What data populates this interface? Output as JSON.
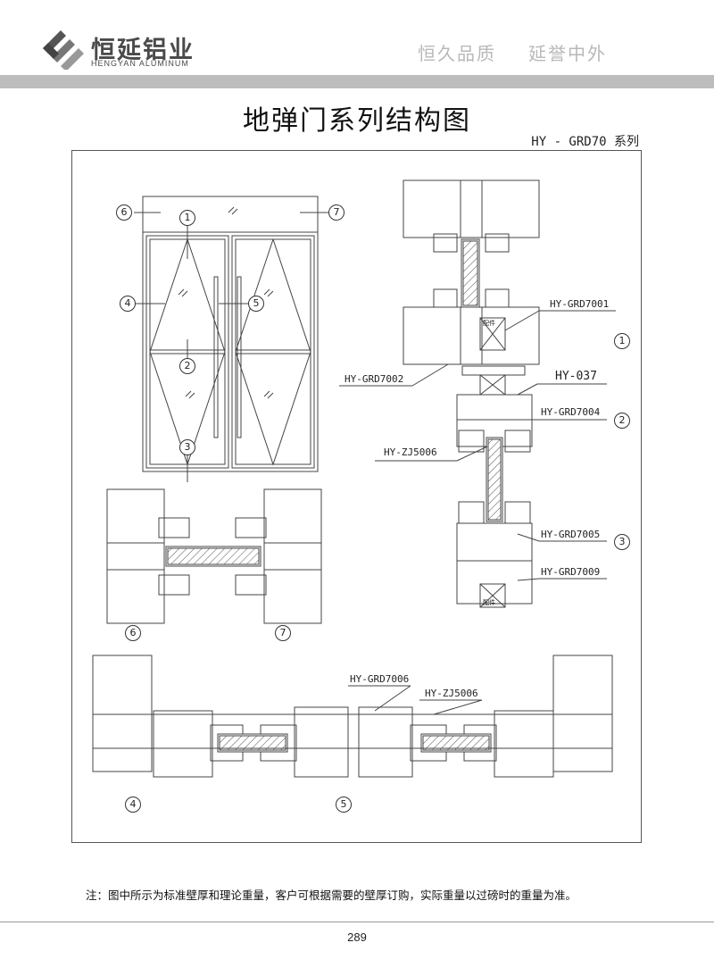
{
  "header": {
    "brand_cn": "恒延铝业",
    "brand_en": "HENGYAN ALUMINUM",
    "slogan_1": "恒久品质",
    "slogan_2": "延誉中外"
  },
  "title": "地弹门系列结构图",
  "series": "HY - GRD70 系列",
  "callouts": {
    "c1": "1",
    "c2": "2",
    "c3": "3",
    "c4": "4",
    "c5": "5",
    "c6": "6",
    "c7": "7"
  },
  "parts": {
    "grd7001": "HY-GRD7001",
    "grd7002": "HY-GRD7002",
    "p037": "HY-037",
    "grd7004": "HY-GRD7004",
    "zj5006_a": "HY-ZJ5006",
    "grd7005": "HY-GRD7005",
    "grd7009": "HY-GRD7009",
    "grd7006": "HY-GRD7006",
    "zj5006_b": "HY-ZJ5006",
    "fitting": "配件"
  },
  "note": "注：图中所示为标准壁厚和理论重量，客户可根据需要的壁厚订购，实际重量以过磅时的重量为准。",
  "page_number": "289"
}
